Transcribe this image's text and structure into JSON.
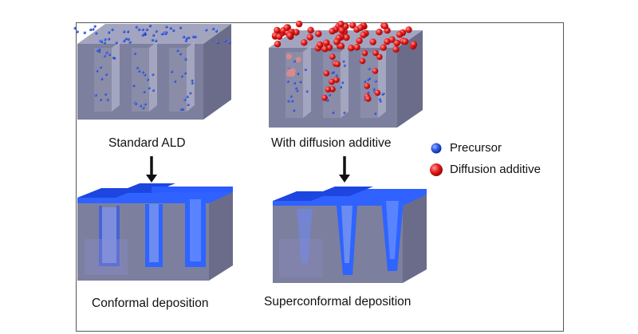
{
  "panels": {
    "top_left_caption": "Standard ALD",
    "top_right_caption": "With diffusion additive",
    "bottom_left_caption": "Conformal deposition",
    "bottom_right_caption": "Superconformal deposition"
  },
  "legend": {
    "items": [
      {
        "label": "Precursor",
        "color": "#1e50e6"
      },
      {
        "label": "Diffusion additive",
        "color": "#e61414"
      }
    ]
  },
  "colors": {
    "substrate_front": "#7d7f9e",
    "substrate_side": "#6b6c8a",
    "substrate_top": "#9a9cb8",
    "film_blue": "#1f52ff",
    "film_light": "#3a74ff"
  }
}
